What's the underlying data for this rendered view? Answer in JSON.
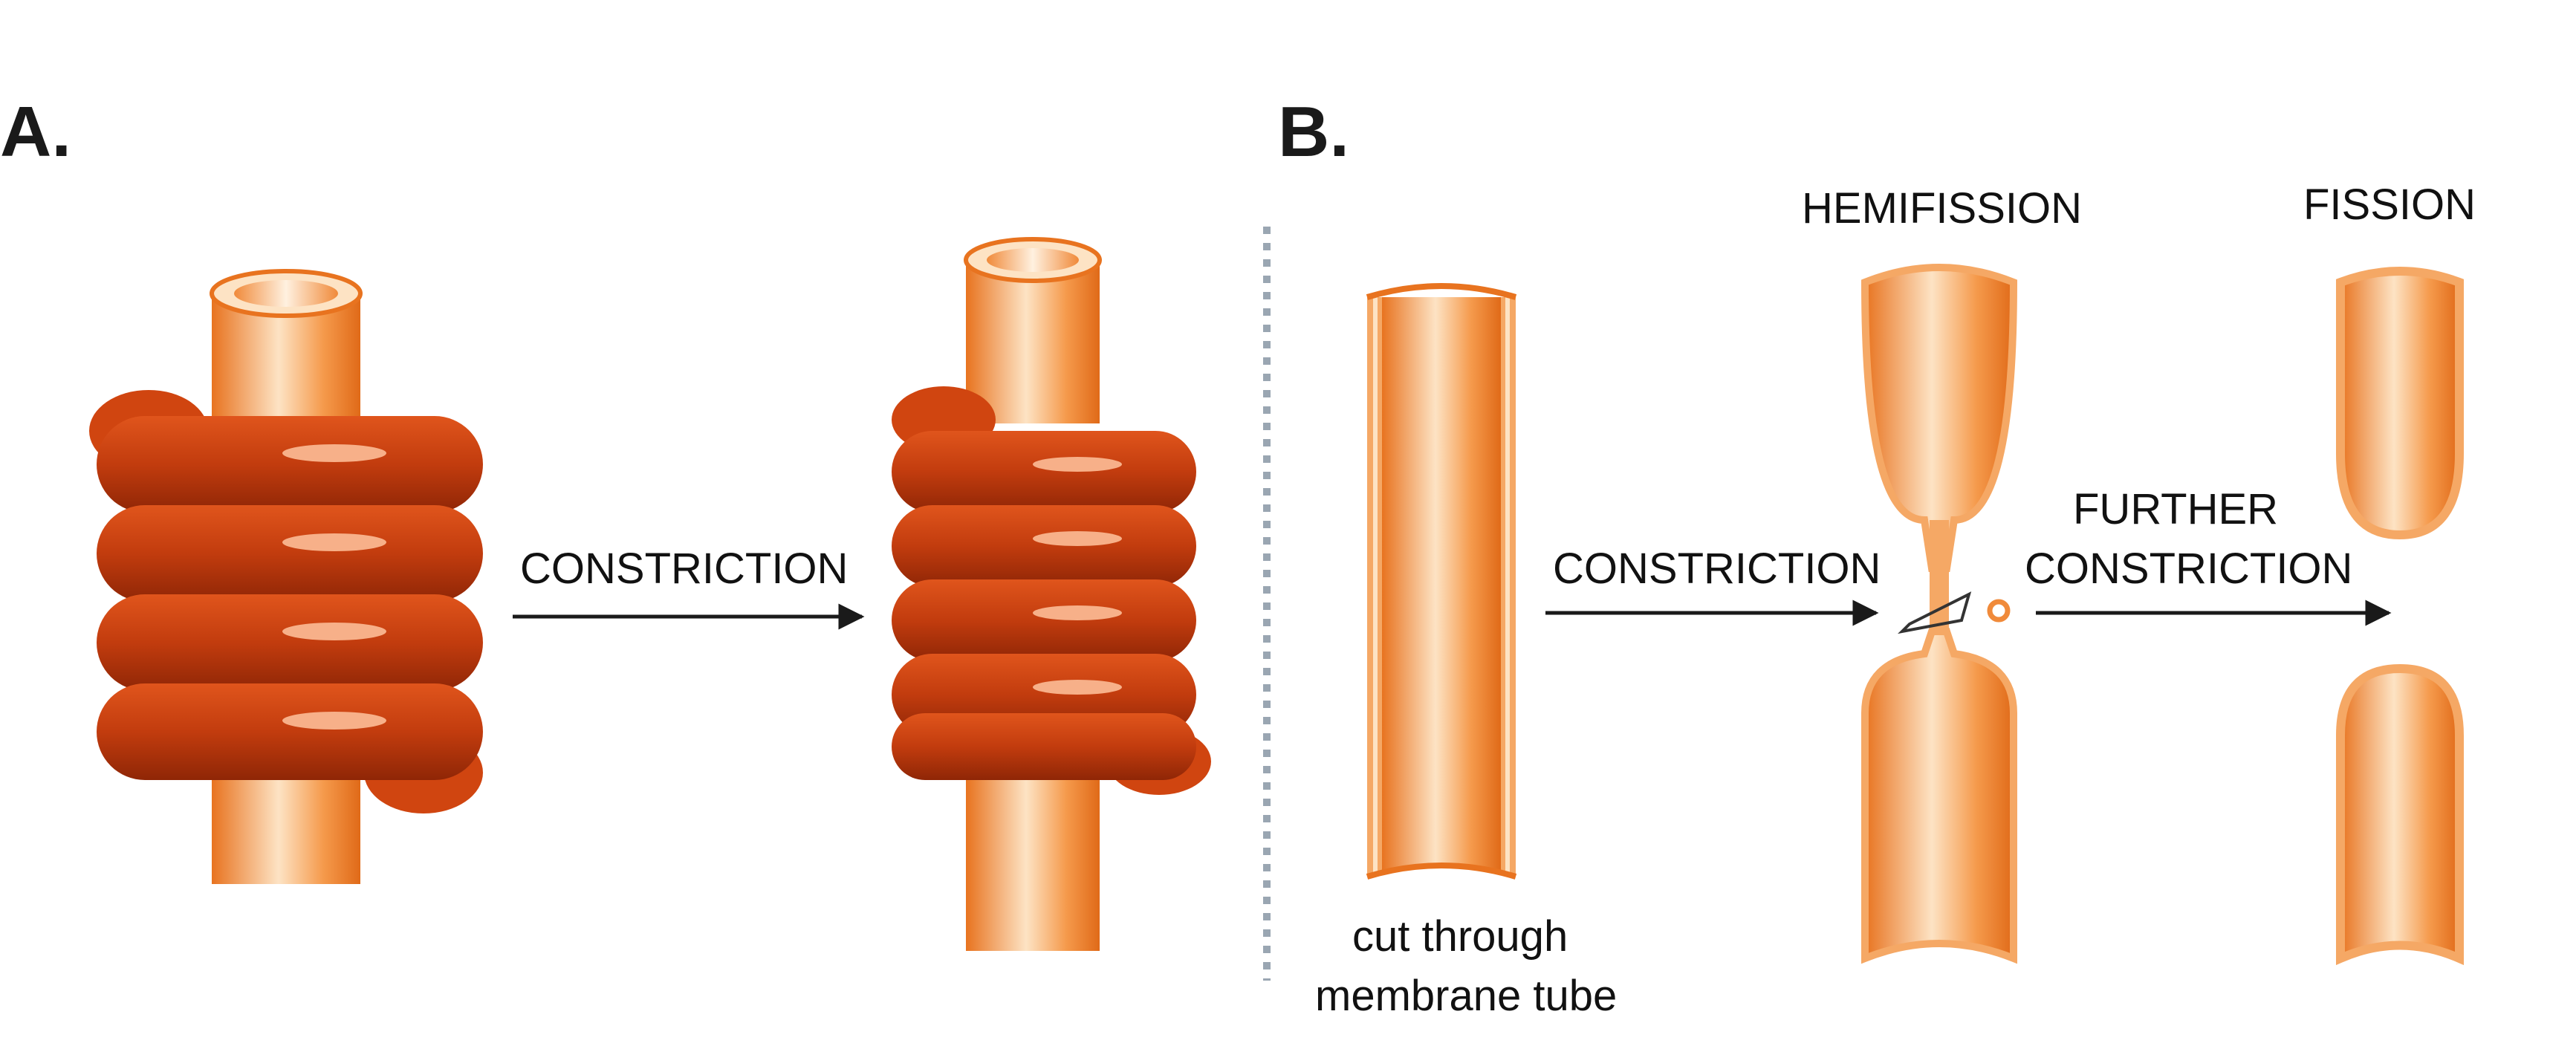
{
  "panels": {
    "a": {
      "letter": "A.",
      "arrow_label": "CONSTRICTION"
    },
    "b": {
      "letter": "B.",
      "arrow1_label": "CONSTRICTION",
      "arrow2_label_line1": "FURTHER",
      "arrow2_label_line2": "CONSTRICTION",
      "stage_hemifission": "HEMIFISSION",
      "stage_fission": "FISSION",
      "caption_line1": "cut through",
      "caption_line2": "membrane tube"
    }
  },
  "colors": {
    "dynamin_helix": "#c8400f",
    "membrane_tube": "#f08a3a",
    "membrane_highlight": "#fde3c4",
    "arrow": "#1a1a1a",
    "divider": "#9aa6b2"
  }
}
